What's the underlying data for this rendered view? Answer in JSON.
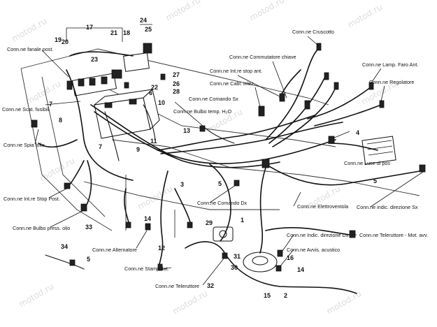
{
  "watermark": "motod.ru",
  "labels": {
    "fanale_post": "Conn.ne fanale post.",
    "scat_fusibili": "Conn.ne Scat. fusibili",
    "spia_folle": "Conn.ne Spia folle",
    "int_stop_post": "Conn.ne Int.re Stop Post.",
    "bulbo_press_olio": "Conn.ne Bulbo press. olio",
    "alternatore": "Conn.ne Alternatore",
    "stamp_lat": "Conn.ne Stamp. lat.",
    "teleruttore": "Conn.ne Teleruttore",
    "commutatore_chiave": "Conn.ne Commutatore chiave",
    "cruscotto": "Conn.ne Cruscotto",
    "int_stop_ant": "Conn.ne Int.re stop ant.",
    "cabl_inlez": "Conn.ne Cabl. inlez.",
    "comando_sx": "Conn.ne Comando Sx",
    "bulbo_temp": "Conn.ne Bulbo temp. H₂O",
    "lamp_faro_ant": "Conn.ne Lamp. Faro Ant.",
    "regolatore": "Conn.ne Regolatore",
    "luce_di_pos": "Conn.ne Luce di pos",
    "comando_dx": "Conn.ne Comando Dx",
    "elettroventola": "Conn.ne Elettroventola",
    "indic_direzione_sx": "Conn.ne indic. direzione Sx",
    "indic_direzione_dx": "Conn.ne Indic. direzione Dx",
    "teleruttore_mot_avv": "Conn.ne Teleruttore - Mot. avv.",
    "avvis_acustico": "Conn.ne Avvis. acustico"
  },
  "callouts": [
    "1",
    "2",
    "3",
    "4",
    "5",
    "6",
    "7",
    "8",
    "9",
    "10",
    "11",
    "12",
    "13",
    "14",
    "15",
    "16",
    "17",
    "18",
    "19",
    "20",
    "21",
    "22",
    "23",
    "24",
    "25",
    "26",
    "27",
    "28",
    "29",
    "30",
    "31",
    "32",
    "33",
    "34"
  ]
}
